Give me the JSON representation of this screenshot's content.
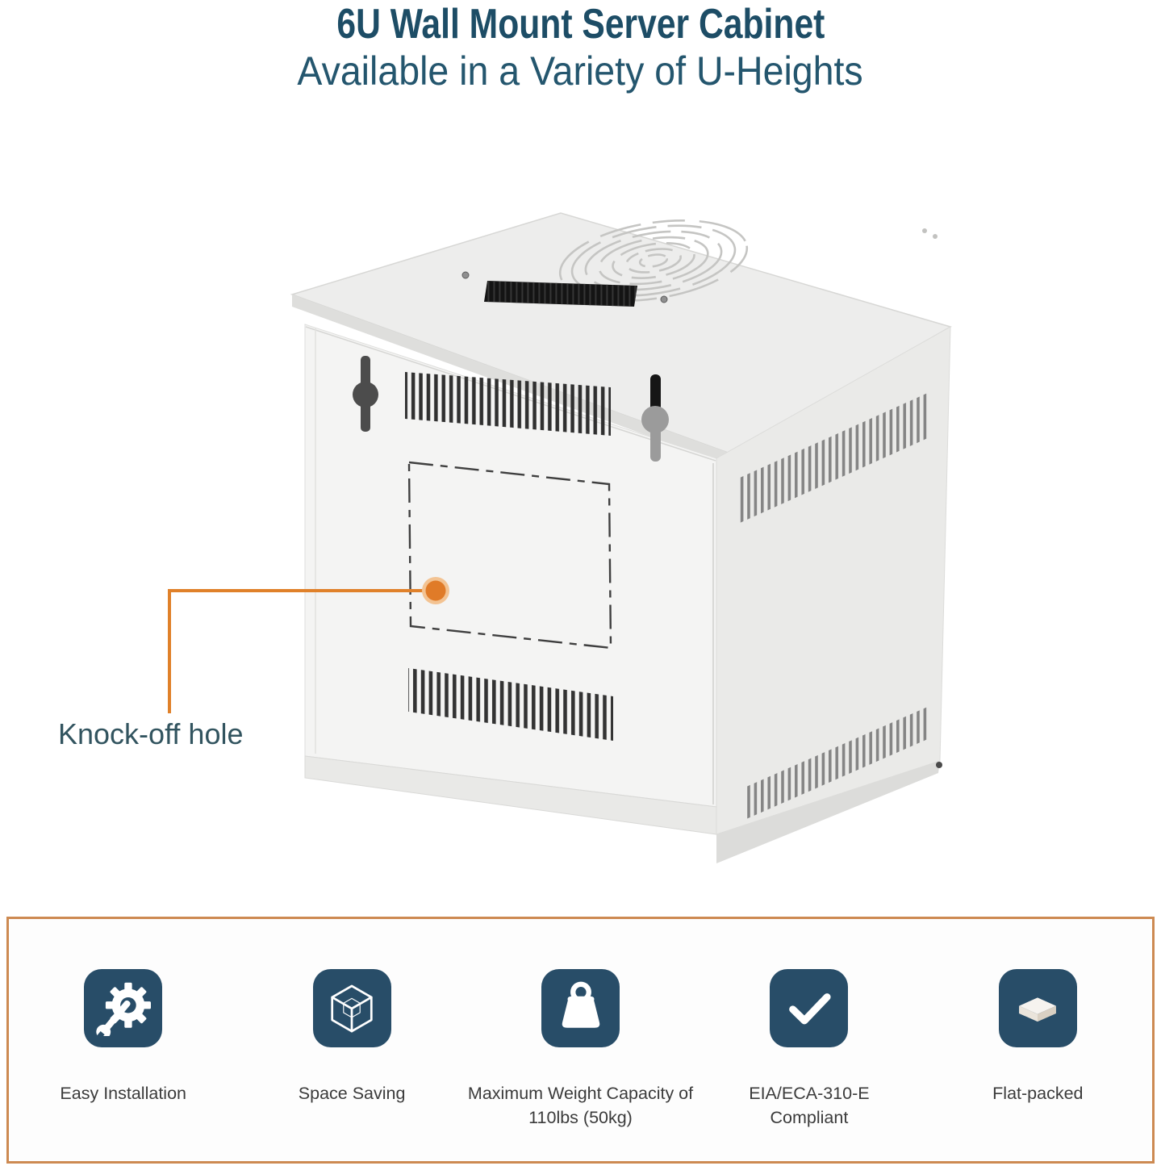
{
  "header": {
    "title": "6U Wall Mount Server Cabinet",
    "subtitle": "Available in a Variety of U-Heights"
  },
  "annotation": {
    "label": "Knock-off hole"
  },
  "features": {
    "items": [
      {
        "label": "Easy Installation",
        "icon": "wrench-gear-icon"
      },
      {
        "label": "Space Saving",
        "icon": "cube-wireframe-icon"
      },
      {
        "label": "Maximum Weight Capacity of 110lbs (50kg)",
        "icon": "weight-icon"
      },
      {
        "label": "EIA/ECA-310-E Compliant",
        "icon": "checkmark-icon"
      },
      {
        "label": "Flat-packed",
        "icon": "flat-box-icon"
      }
    ]
  },
  "colors": {
    "heading_teal": "#1d4d66",
    "tile_navy": "#284d68",
    "accent_orange": "#e0812a",
    "border_orange": "#cd8a52"
  }
}
